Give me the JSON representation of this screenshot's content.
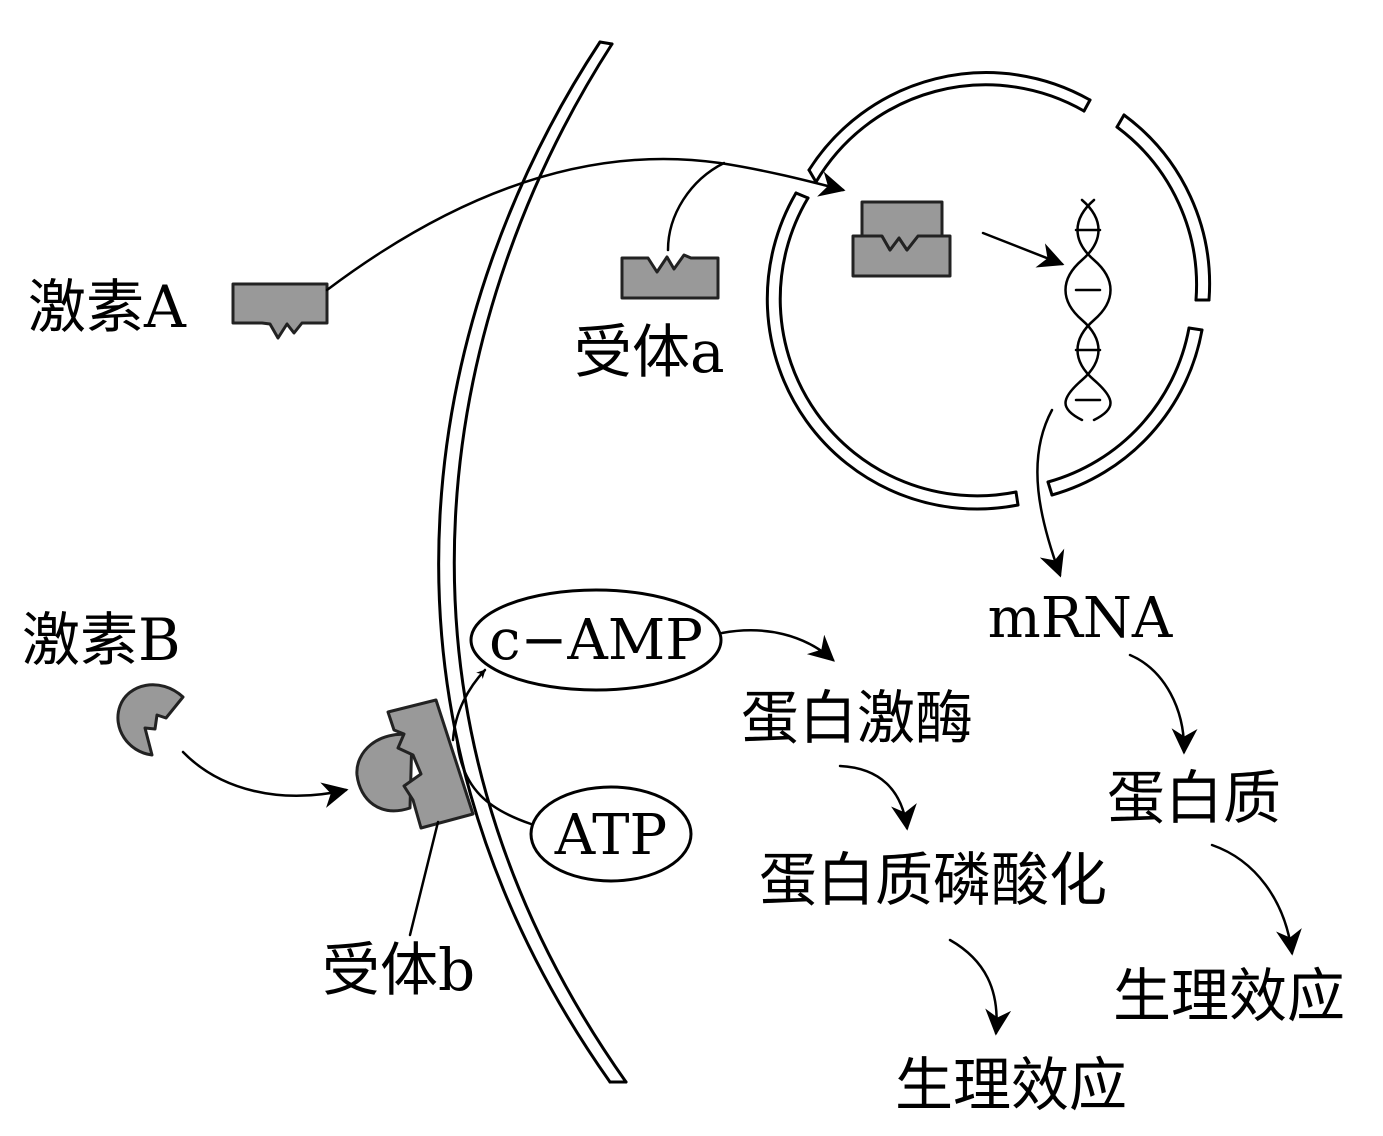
{
  "labels": {
    "hormone_a": "激素A",
    "hormone_b": "激素B",
    "receptor_a": "受体a",
    "receptor_b": "受体b",
    "camp": "c−AMP",
    "atp": "ATP",
    "mrna": "mRNA",
    "protein_kinase": "蛋白激酶",
    "protein": "蛋白质",
    "protein_phosphorylation": "蛋白质磷酸化",
    "effect_left": "生理效应",
    "effect_right": "生理效应"
  },
  "colors": {
    "shape_fill": "#999999",
    "line": "#000000",
    "background": "#ffffff"
  }
}
